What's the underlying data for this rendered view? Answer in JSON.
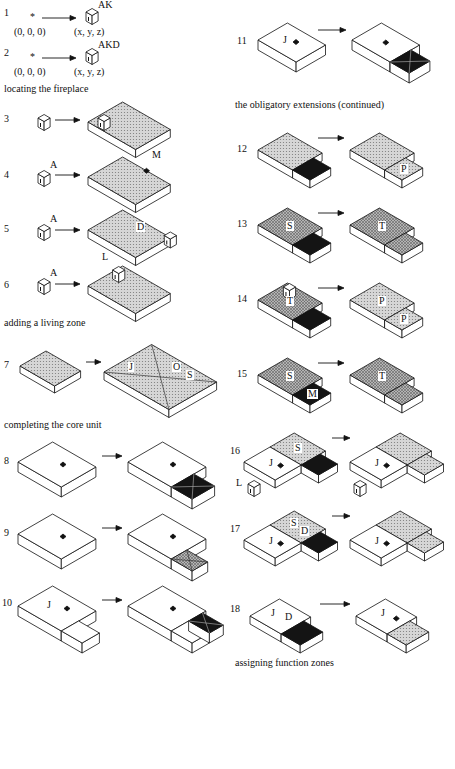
{
  "diagram": {
    "labels": [
      "1",
      "*",
      "AK",
      "(0, 0, 0)",
      "(x, y, z)",
      "2",
      "*",
      "AKD",
      "(0, 0, 0)",
      "(x, y, z)",
      "locating the fireplace",
      "3",
      "4",
      "A",
      "M",
      "5",
      "A",
      "D",
      "6",
      "A",
      "L",
      "adding a living zone",
      "7",
      "J",
      "O",
      "S",
      "completing the core unit",
      "8",
      "9",
      "10",
      "J",
      "11",
      "J",
      "the obligatory extensions (continued)",
      "12",
      "P",
      "13",
      "S",
      "T",
      "14",
      "T",
      "P",
      "P",
      "15",
      "S",
      "M",
      "T",
      "16",
      "J",
      "S",
      "L",
      "J",
      "17",
      "S",
      "D",
      "J",
      "J",
      "18",
      "J",
      "D",
      "J",
      "assigning function zones"
    ]
  }
}
